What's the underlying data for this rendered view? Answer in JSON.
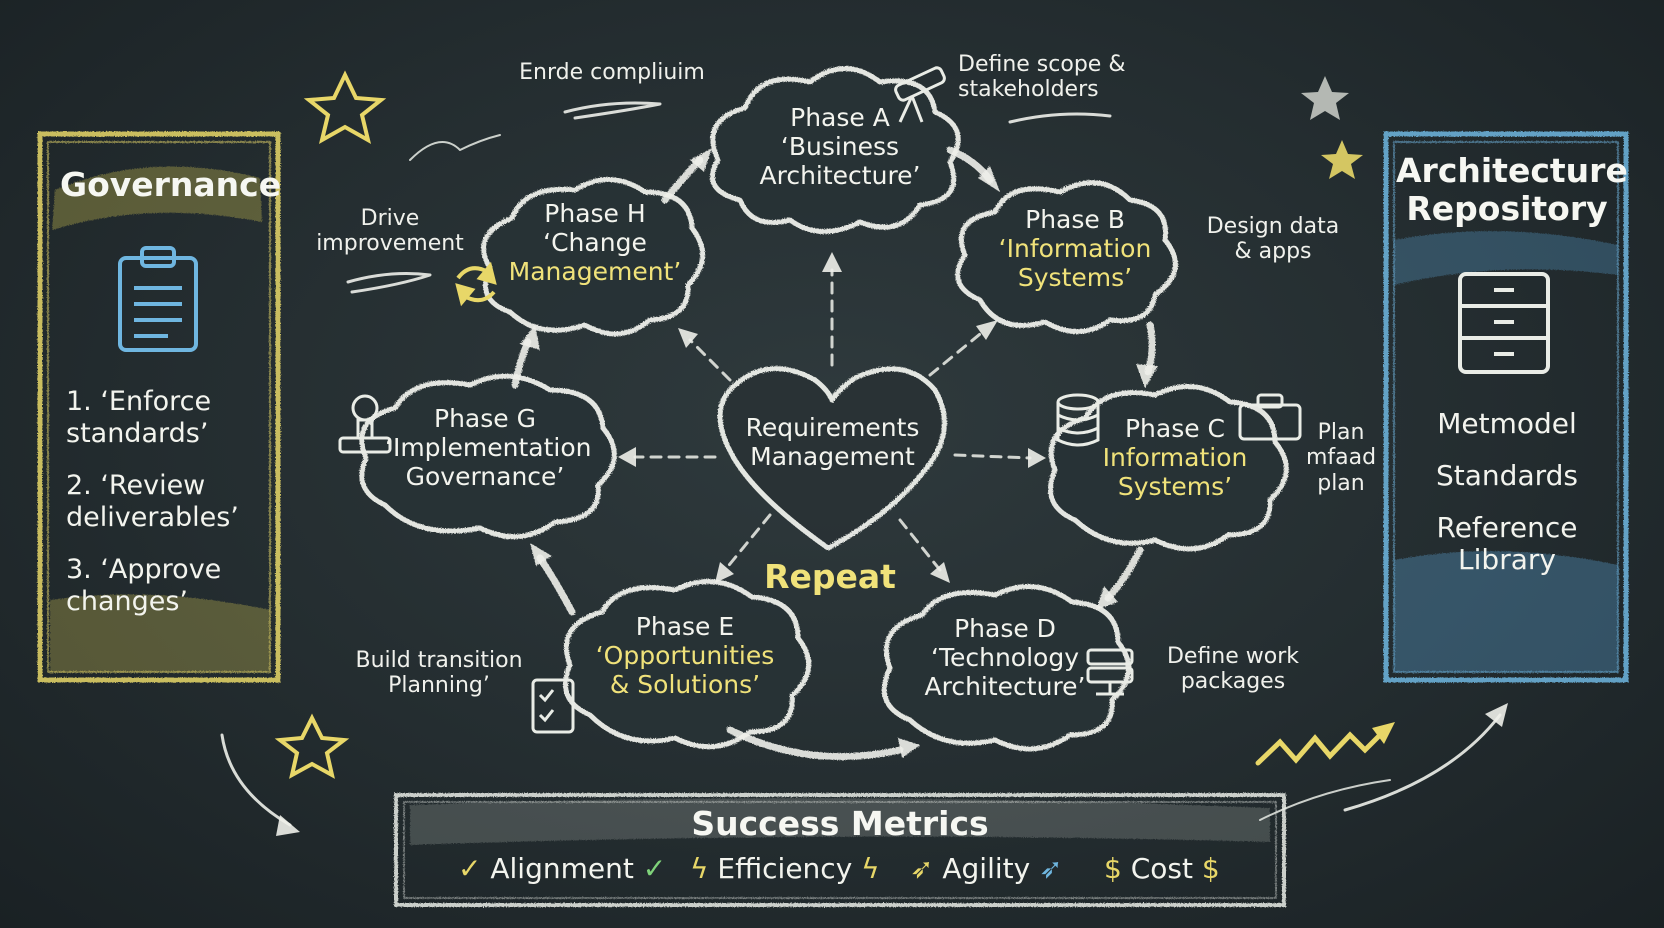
{
  "governance": {
    "title": "Governance",
    "items": [
      "1. ‘Enforce\nstandards’",
      "2. ‘Review\ndeliverables’",
      "3. ‘Approve\nchanges’"
    ]
  },
  "repository": {
    "title": "Architecture\nRepository",
    "items": [
      "Metmodel",
      "Standards",
      "Reference\nLibrary"
    ]
  },
  "phases": {
    "a": {
      "line1": "Phase A",
      "line2": "‘Business",
      "line3": "Architecture’"
    },
    "b": {
      "line1": "Phase B",
      "line2": "‘Information",
      "line3": "Systems’"
    },
    "c": {
      "line1": "Phase C",
      "line2": "Information",
      "line3": "Systems’"
    },
    "d": {
      "line1": "Phase D",
      "line2": "‘Technology",
      "line3": "Architecture’"
    },
    "e": {
      "line1": "Phase E",
      "line2": "‘Opportunities",
      "line3": "& Solutions’"
    },
    "g": {
      "line1": "Phase G",
      "line2": "‘Implementation",
      "line3": "Governance’"
    },
    "h": {
      "line1": "Phase H",
      "line2": "‘Change",
      "line3": "Management’"
    }
  },
  "center": {
    "title": "Requirements\nManagement",
    "repeat": "Repeat"
  },
  "notes": {
    "enforce": "Enrde compliuim",
    "scope": "Define scope &\nstakeholders",
    "design": "Design data\n& apps",
    "plan": "Plan\nmfaad\nplan",
    "work": "Define work\npackages",
    "transition": "Build transition\nPlanning’",
    "improve": "Drive\nimprovement"
  },
  "metrics": {
    "title": "Success Metrics",
    "items": [
      {
        "label": "Alignment",
        "icon": "check-icon"
      },
      {
        "label": "Efficiency",
        "icon": "lightning-icon"
      },
      {
        "label": "Agility",
        "icon": "rocket-icon"
      },
      {
        "label": "Cost",
        "icon": "money-bag-icon"
      }
    ]
  },
  "colors": {
    "board": "#242d30",
    "chalk": "#eef0ea",
    "yellow": "#f0e27a",
    "blue": "#6fb6e0"
  }
}
